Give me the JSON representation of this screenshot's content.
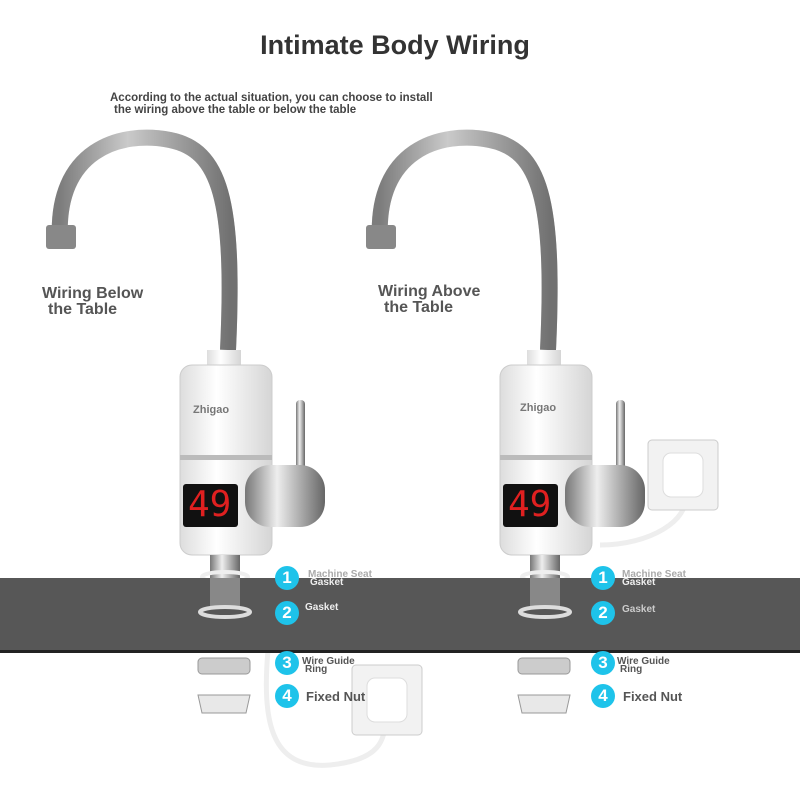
{
  "title": "Intimate Body Wiring",
  "subtitle": [
    "According to the actual situation, you can choose to install",
    "the wiring above the table or below the table"
  ],
  "left": {
    "label": [
      "Wiring Below",
      "the Table"
    ],
    "brand": "Zhigao",
    "display": "49"
  },
  "right": {
    "label": [
      "Wiring Above",
      "the Table"
    ],
    "brand": "Zhigao",
    "display": "49"
  },
  "parts": [
    {
      "num": "1",
      "label": [
        "Machine Seat",
        "Gasket"
      ]
    },
    {
      "num": "2",
      "label": [
        "Gasket"
      ]
    },
    {
      "num": "3",
      "label": [
        "Wire Guide",
        "Ring"
      ]
    },
    {
      "num": "4",
      "label": [
        "Fixed Nut"
      ]
    }
  ],
  "colors": {
    "accent": "#1ec3ea",
    "counter": "#575757",
    "display_digits": "#e02020"
  }
}
